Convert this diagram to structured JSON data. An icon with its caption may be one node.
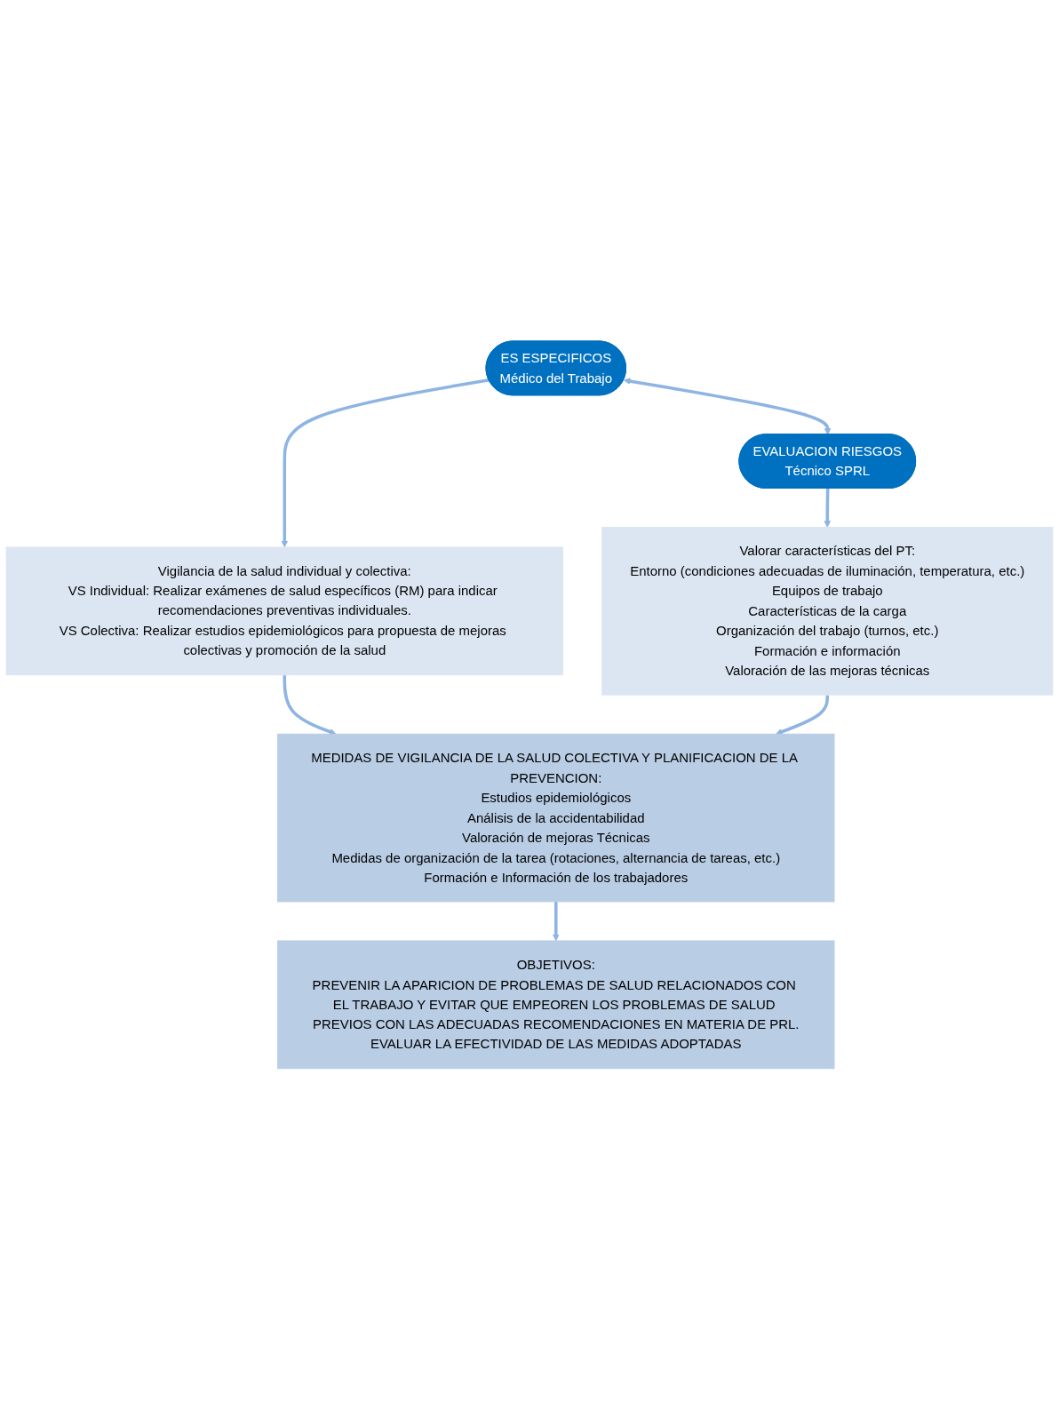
{
  "diagram": {
    "nodes": [
      {
        "text": [
          "ES ESPECIFICOS",
          "Médico del Trabajo"
        ]
      },
      {
        "text": [
          "EVALUACION RIESGOS",
          "Técnico SPRL"
        ]
      },
      {
        "text": [
          "Vigilancia de la salud individual y colectiva:",
          "VS Individual: Realizar exámenes de salud específicos (RM) para indicar recomendaciones preventivas individuales.",
          "VS Colectiva: Realizar estudios epidemiológicos para propuesta de mejoras colectivas y promoción de la salud"
        ]
      },
      {
        "text": [
          "Valorar características del PT:",
          "Entorno (condiciones adecuadas de iluminación, temperatura, etc.)",
          "Equipos de trabajo",
          "Características de la carga",
          "Organización del trabajo (turnos, etc.)",
          "Formación e información",
          "Valoración de las mejoras técnicas"
        ]
      },
      {
        "text": [
          "MEDIDAS DE VIGILANCIA DE LA SALUD COLECTIVA Y PLANIFICACION DE LA PREVENCION:",
          "Estudios epidemiológicos",
          "Análisis de la accidentabilidad",
          "Valoración de mejoras Técnicas",
          "Medidas de organización de la tarea (rotaciones, alternancia de tareas, etc.)",
          "Formación e Información de los trabajadores"
        ]
      },
      {
        "text": [
          "OBJETIVOS:",
          "PREVENIR LA APARICION DE PROBLEMAS DE SALUD RELACIONADOS CON EL TRABAJO Y EVITAR QUE EMPEOREN LOS PROBLEMAS DE SALUD PREVIOS CON LAS ADECUADAS RECOMENDACIONES EN MATERIA DE PRL.",
          "EVALUAR LA EFECTIVIDAD DE LAS MEDIDAS ADOPTADAS"
        ]
      }
    ],
    "edges": [
      {
        "from": 0,
        "to": 1,
        "arrow": "both"
      },
      {
        "from": 0,
        "to": 2,
        "arrow": "to"
      },
      {
        "from": 1,
        "to": 3,
        "arrow": "to"
      },
      {
        "from": 2,
        "to": 4,
        "arrow": "to"
      },
      {
        "from": 3,
        "to": 4,
        "arrow": "to"
      },
      {
        "from": 4,
        "to": 5,
        "arrow": "to"
      }
    ]
  }
}
